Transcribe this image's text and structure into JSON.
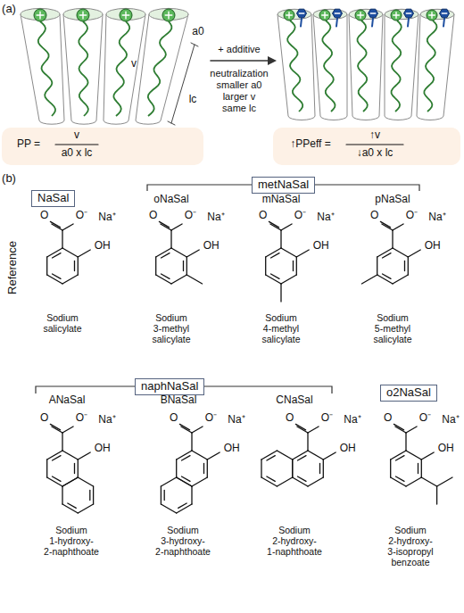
{
  "diagram": {
    "nodes": [
      {
        "text": [
          "metNaSal"
        ]
      },
      {
        "text": [
          "NaSal"
        ]
      },
      {
        "text": [
          "naphNaSal"
        ]
      },
      {
        "text": [
          "o2NaSal"
        ]
      }
    ],
    "labels": [
      "(a)",
      "v",
      "a0",
      "lc",
      "+ additive",
      "neutralization",
      "smaller a0",
      "larger v",
      "same lc",
      "PP =",
      "v",
      "a0 x lc",
      "↑PPeff =",
      "↑v",
      "↓a0 x lc",
      "(b)",
      "Reference",
      "O",
      "O⁻",
      "Na⁺",
      "OH",
      "Sodium salicylate",
      "oNaSal",
      "O",
      "O⁻",
      "Na⁺",
      "OH",
      "Sodium 3-methyl salicylate",
      "mNaSal",
      "O",
      "O⁻",
      "Na⁺",
      "OH",
      "Sodium 4-methyl salicylate",
      "pNaSal",
      "O",
      "O⁻",
      "Na⁺",
      "OH",
      "Sodium 5-methyl salicylate",
      "ANaSal",
      "O",
      "O⁻",
      "Na⁺",
      "OH",
      "Sodium 1-hydroxy- 2-naphthoate",
      "BNaSal",
      "O",
      "O⁻",
      "Na⁺",
      "OH",
      "Sodium 3-hydroxy- 2-naphthoate",
      "CNaSal",
      "O",
      "O⁻",
      "Na⁺",
      "OH",
      "Sodium 2-hydroxy- 1-naphthoate",
      "O",
      "O⁻",
      "Na⁺",
      "OH",
      "Sodium 2-hydroxy- 3-isopropyl benzoate"
    ]
  }
}
